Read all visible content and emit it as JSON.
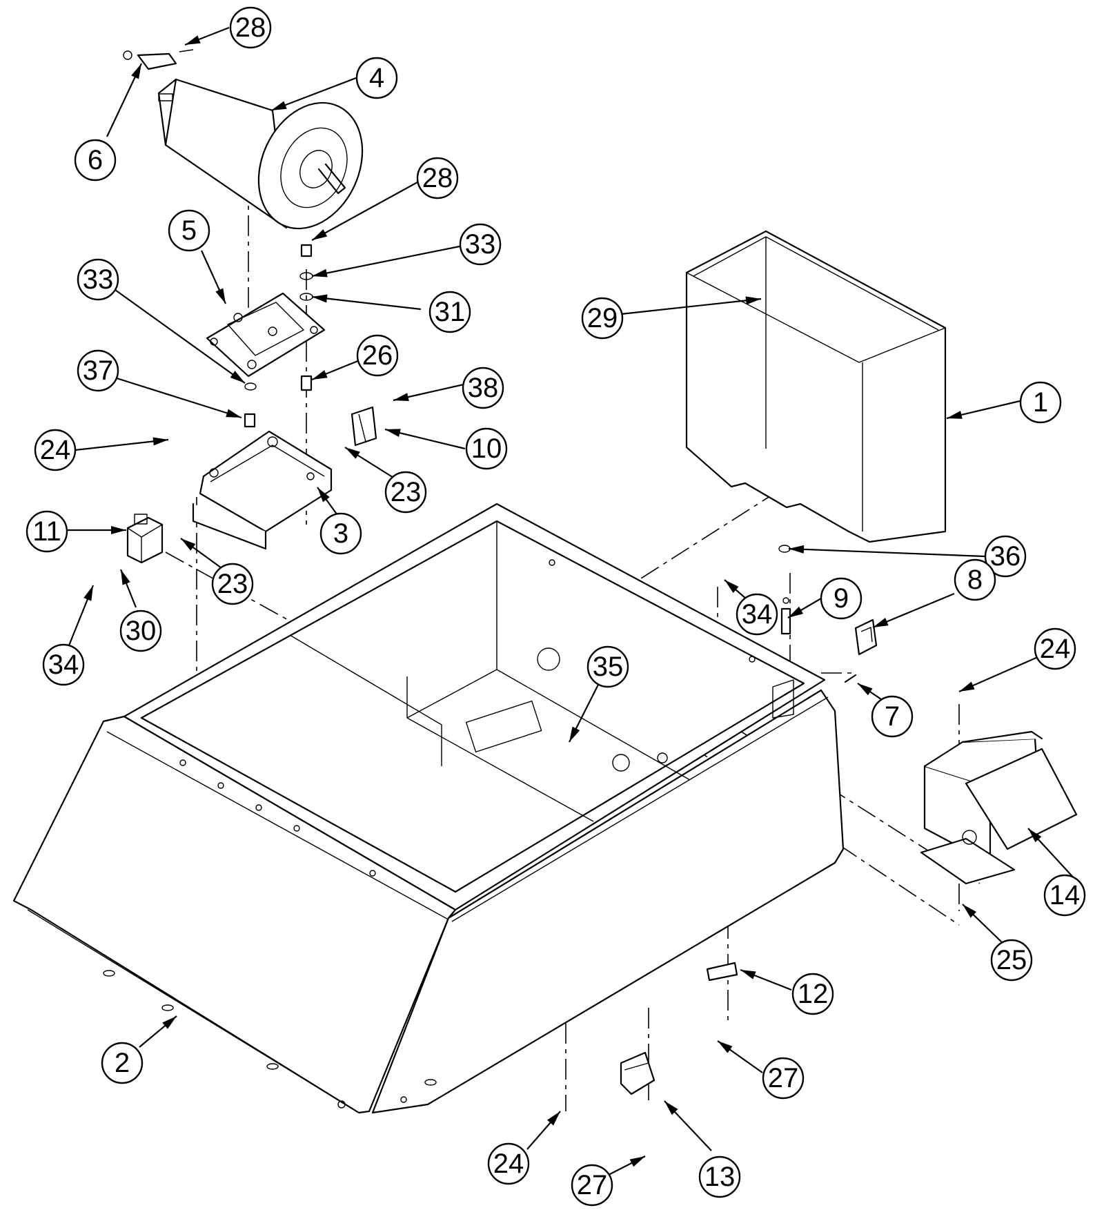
{
  "callouts": [
    {
      "id": "c28a",
      "label": "28"
    },
    {
      "id": "c4",
      "label": "4"
    },
    {
      "id": "c6",
      "label": "6"
    },
    {
      "id": "c28b",
      "label": "28"
    },
    {
      "id": "c33a",
      "label": "33"
    },
    {
      "id": "c5",
      "label": "5"
    },
    {
      "id": "c33b",
      "label": "33"
    },
    {
      "id": "c31",
      "label": "31"
    },
    {
      "id": "c29",
      "label": "29"
    },
    {
      "id": "c26",
      "label": "26"
    },
    {
      "id": "c38",
      "label": "38"
    },
    {
      "id": "c37",
      "label": "37"
    },
    {
      "id": "c1",
      "label": "1"
    },
    {
      "id": "c24a",
      "label": "24"
    },
    {
      "id": "c10",
      "label": "10"
    },
    {
      "id": "c23a",
      "label": "23"
    },
    {
      "id": "c3",
      "label": "3"
    },
    {
      "id": "c11",
      "label": "11"
    },
    {
      "id": "c23b",
      "label": "23"
    },
    {
      "id": "c36",
      "label": "36"
    },
    {
      "id": "c8",
      "label": "8"
    },
    {
      "id": "c34a",
      "label": "34"
    },
    {
      "id": "c9",
      "label": "9"
    },
    {
      "id": "c30",
      "label": "30"
    },
    {
      "id": "c34b",
      "label": "34"
    },
    {
      "id": "c35",
      "label": "35"
    },
    {
      "id": "c24b",
      "label": "24"
    },
    {
      "id": "c7",
      "label": "7"
    },
    {
      "id": "c14",
      "label": "14"
    },
    {
      "id": "c25",
      "label": "25"
    },
    {
      "id": "c12",
      "label": "12"
    },
    {
      "id": "c2",
      "label": "2"
    },
    {
      "id": "c27a",
      "label": "27"
    },
    {
      "id": "c24c",
      "label": "24"
    },
    {
      "id": "c27b",
      "label": "27"
    },
    {
      "id": "c13",
      "label": "13"
    }
  ]
}
